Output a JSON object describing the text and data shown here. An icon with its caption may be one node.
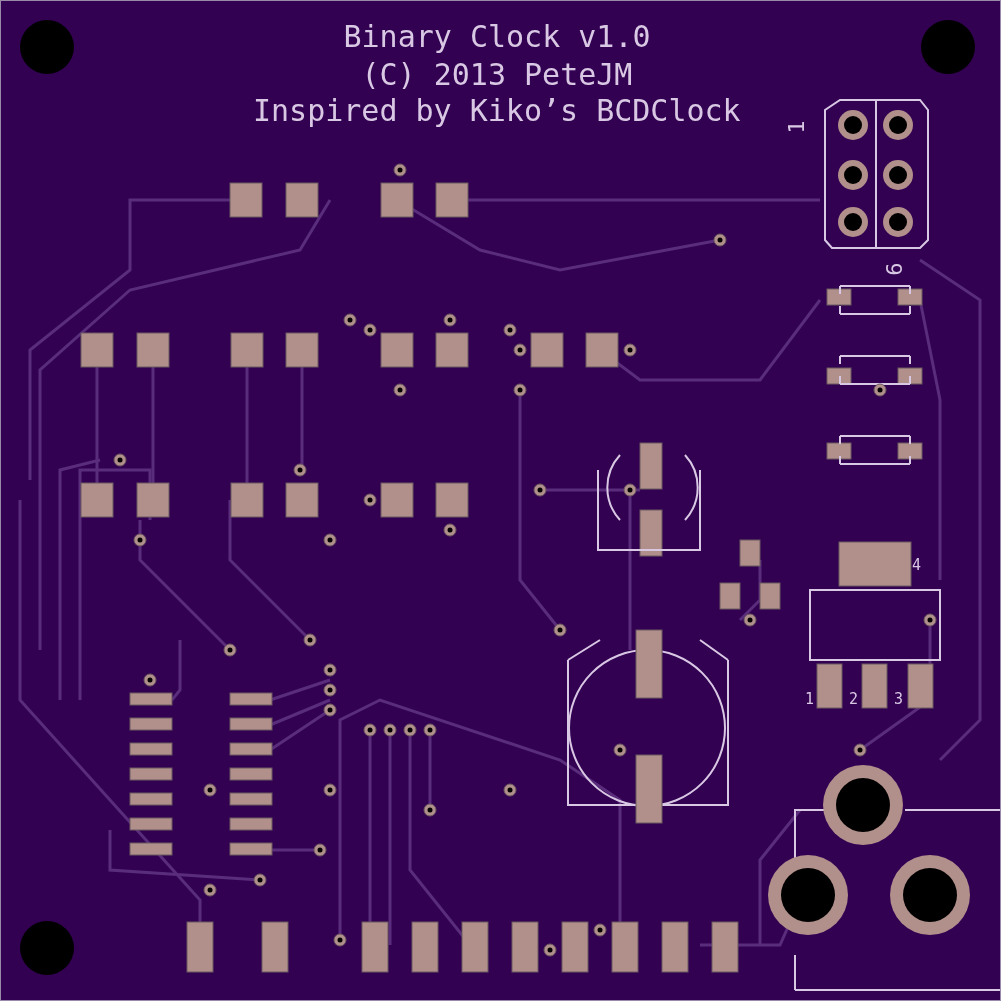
{
  "diagram": {
    "title": "Binary Clock v1.0",
    "labels": [
      "(C) 2013 PeteJM",
      "Inspired by Kiko’s BCDClock",
      "1",
      "6",
      "4",
      "1",
      "2",
      "3"
    ]
  }
}
